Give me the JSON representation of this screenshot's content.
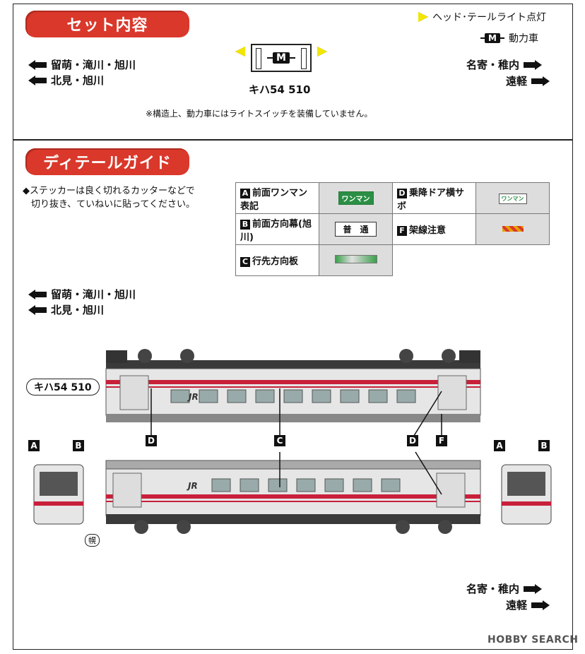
{
  "set": {
    "title": "セット内容",
    "legend_light": "ヘッド･テールライト点灯",
    "legend_motor_icon": "M",
    "legend_motor": "動力車",
    "dest_left_1": "留萌・滝川・旭川",
    "dest_left_2": "北見・旭川",
    "dest_right_1": "名寄・稚内",
    "dest_right_2": "遠軽",
    "car_icon_label": "M",
    "car_name": "キハ54 510",
    "note": "※構造上、動力車にはライトスイッチを装備していません。"
  },
  "guide": {
    "title": "ディテールガイド",
    "instruction_1": "◆ステッカーは良く切れるカッターなどで",
    "instruction_2": "切り抜き、ていねいに貼ってください。",
    "items": [
      {
        "key": "A",
        "label": "前面ワンマン表記",
        "sticker": "ワンマン"
      },
      {
        "key": "D",
        "label": "乗降ドア横サボ",
        "sticker": "ワンマン"
      },
      {
        "key": "B",
        "label": "前面方向幕(旭川)",
        "sticker": "普　通"
      },
      {
        "key": "F",
        "label": "架線注意",
        "sticker": ""
      },
      {
        "key": "C",
        "label": "行先方向板",
        "sticker": ""
      }
    ],
    "dest_left_1": "留萌・滝川・旭川",
    "dest_left_2": "北見・旭川",
    "car_name": "キハ54 510",
    "callouts": [
      "D",
      "C",
      "D",
      "F",
      "A",
      "B",
      "A",
      "B"
    ],
    "logo_jr": "JR",
    "badge": "幌",
    "dest_right_1": "名寄・稚内",
    "dest_right_2": "遠軽"
  },
  "watermark": "HOBBY SEARCH",
  "colors": {
    "accent": "#d9382b",
    "stripe": "#c8203a",
    "body": "#e6e6e6",
    "underfloor": "#3a3a3a"
  }
}
